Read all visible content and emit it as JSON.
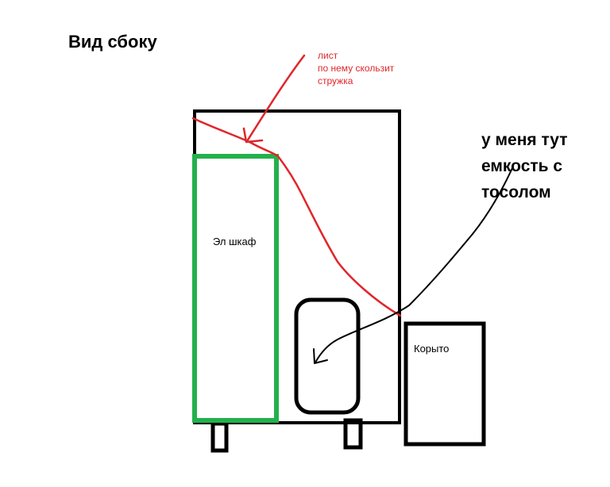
{
  "title": "Вид сбоку",
  "sheet_note": {
    "lines": [
      "лист",
      "по нему скользит",
      "стружка"
    ],
    "color": "#e0262b"
  },
  "coolant_note": {
    "lines": [
      "у меня тут",
      "емкость с",
      "тосолом"
    ]
  },
  "cabinet": {
    "label": "Эл шкаф",
    "color": "#22b14c"
  },
  "trough": {
    "label": "Корыто"
  },
  "colors": {
    "ink": "#000000",
    "background": "#ffffff"
  }
}
